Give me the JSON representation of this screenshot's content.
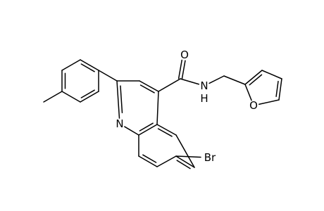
{
  "molecule": {
    "atoms": [
      {
        "id": "a1",
        "element": "C"
      },
      {
        "id": "a2",
        "element": "C"
      },
      {
        "id": "a3",
        "element": "C"
      },
      {
        "id": "a4",
        "element": "C"
      },
      {
        "id": "a5",
        "element": "C"
      },
      {
        "id": "a6",
        "element": "C"
      },
      {
        "id": "a7",
        "element": "C"
      },
      {
        "id": "a8",
        "element": "C"
      },
      {
        "id": "a9",
        "element": "C"
      },
      {
        "id": "a10",
        "element": "C"
      },
      {
        "id": "a11",
        "element": "N",
        "label": "N"
      },
      {
        "id": "a12",
        "element": "C"
      },
      {
        "id": "a13",
        "element": "C"
      },
      {
        "id": "a14",
        "element": "C"
      },
      {
        "id": "a15",
        "element": "C"
      },
      {
        "id": "a16",
        "element": "C"
      },
      {
        "id": "a17",
        "element": "C"
      },
      {
        "id": "a18",
        "element": "C"
      },
      {
        "id": "a19",
        "element": "Br",
        "label": "Br"
      },
      {
        "id": "a20",
        "element": "C"
      },
      {
        "id": "a21",
        "element": "O",
        "label": "O"
      },
      {
        "id": "a22",
        "element": "N",
        "label": "N"
      },
      {
        "id": "a23",
        "element": "H",
        "label": "H"
      },
      {
        "id": "a24",
        "element": "C"
      },
      {
        "id": "a25",
        "element": "C"
      },
      {
        "id": "a26",
        "element": "C"
      },
      {
        "id": "a27",
        "element": "C"
      },
      {
        "id": "a28",
        "element": "C"
      },
      {
        "id": "a29",
        "element": "O",
        "label": "O"
      }
    ],
    "bonds": [
      {
        "from": "a1",
        "to": "a2",
        "order": 1
      },
      {
        "from": "a2",
        "to": "a3",
        "order": 2
      },
      {
        "from": "a3",
        "to": "a4",
        "order": 1
      },
      {
        "from": "a4",
        "to": "a5",
        "order": 2
      },
      {
        "from": "a5",
        "to": "a6",
        "order": 1
      },
      {
        "from": "a6",
        "to": "a7",
        "order": 2
      },
      {
        "from": "a7",
        "to": "a2",
        "order": 1
      },
      {
        "from": "a5",
        "to": "a8",
        "order": 1
      },
      {
        "from": "a8",
        "to": "a9",
        "order": 1
      },
      {
        "from": "a9",
        "to": "a10",
        "order": 2
      },
      {
        "from": "a8",
        "to": "a11",
        "order": 2
      },
      {
        "from": "a11",
        "to": "a12",
        "order": 1
      },
      {
        "from": "a12",
        "to": "a13",
        "order": 2
      },
      {
        "from": "a13",
        "to": "a10",
        "order": 1
      },
      {
        "from": "a12",
        "to": "a14",
        "order": 1
      },
      {
        "from": "a14",
        "to": "a15",
        "order": 2
      },
      {
        "from": "a15",
        "to": "a16",
        "order": 1
      },
      {
        "from": "a16",
        "to": "a17",
        "order": 2
      },
      {
        "from": "a17",
        "to": "a18",
        "order": 1
      },
      {
        "from": "a18",
        "to": "a13",
        "order": 2
      },
      {
        "from": "a16",
        "to": "a19",
        "order": 1
      },
      {
        "from": "a10",
        "to": "a20",
        "order": 1
      },
      {
        "from": "a20",
        "to": "a21",
        "order": 2
      },
      {
        "from": "a20",
        "to": "a22",
        "order": 1
      },
      {
        "from": "a22",
        "to": "a24",
        "order": 1
      },
      {
        "from": "a24",
        "to": "a25",
        "order": 1
      },
      {
        "from": "a25",
        "to": "a26",
        "order": 2
      },
      {
        "from": "a26",
        "to": "a27",
        "order": 1
      },
      {
        "from": "a27",
        "to": "a28",
        "order": 2
      },
      {
        "from": "a28",
        "to": "a29",
        "order": 1
      },
      {
        "from": "a29",
        "to": "a25",
        "order": 1
      }
    ]
  }
}
